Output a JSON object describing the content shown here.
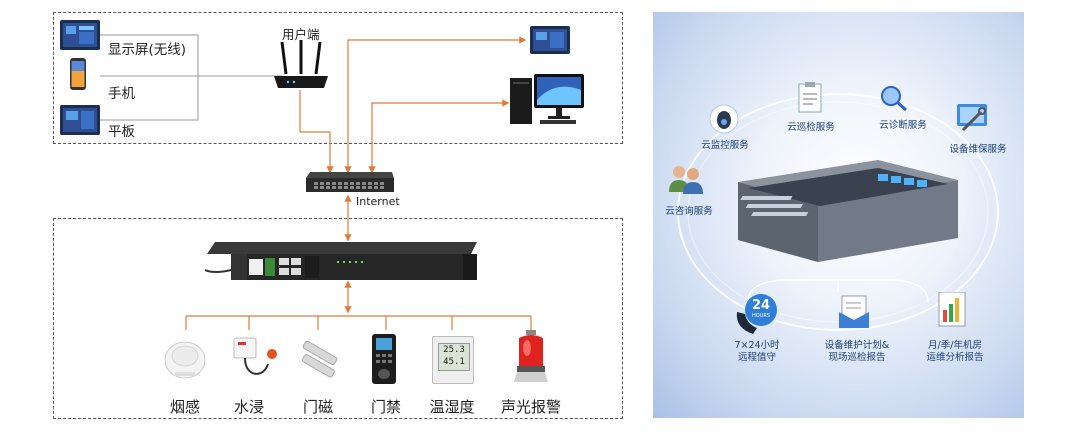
{
  "left": {
    "display_label": "显示屏(无线)",
    "phone_label": "手机",
    "tablet_label": "平板",
    "client_label": "用户端",
    "internet_label": "Internet",
    "sensors": [
      {
        "label": "烟感",
        "icon": "smoke-detector"
      },
      {
        "label": "水浸",
        "icon": "water-leak-sensor"
      },
      {
        "label": "门磁",
        "icon": "door-magnet"
      },
      {
        "label": "门禁",
        "icon": "access-control"
      },
      {
        "label": "温湿度",
        "icon": "temperature-humidity"
      },
      {
        "label": "声光报警",
        "icon": "sound-light-alarm"
      }
    ],
    "temp_display": {
      "line1": "25.3",
      "line2": "45.1"
    },
    "accent_color": "#e07b39"
  },
  "right": {
    "services": {
      "monitor": "云监控服务",
      "patrol": "云巡检服务",
      "diagnose": "云诊断服务",
      "maintenance": "设备维保服务",
      "consult": "云咨询服务"
    },
    "bottom": {
      "badge": "24",
      "badge_sub": "HOURS",
      "duty_line1": "7×24小时",
      "duty_line2": "远程值守",
      "report_line1": "设备维护计划&",
      "report_line2": "现场巡检报告",
      "analysis_line1": "月/季/年机房",
      "analysis_line2": "运维分析报告"
    },
    "text_color": "#1b3f74"
  }
}
